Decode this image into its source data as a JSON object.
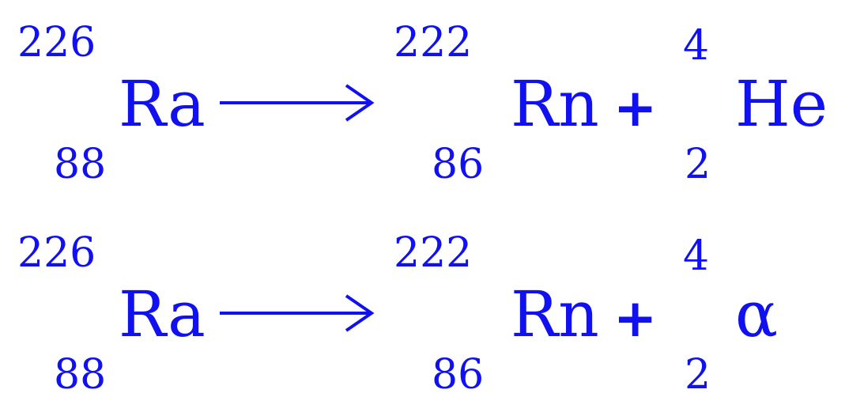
{
  "colors": {
    "ink": "#1010f0",
    "background": "#ffffff"
  },
  "equations": [
    {
      "reactant": {
        "mass": "226",
        "atomic": "88",
        "symbol": "Ra"
      },
      "product1": {
        "mass": "222",
        "atomic": "86",
        "symbol": "Rn"
      },
      "operator": "+",
      "product2": {
        "mass": "4",
        "atomic": "2",
        "symbol": "He"
      }
    },
    {
      "reactant": {
        "mass": "226",
        "atomic": "88",
        "symbol": "Ra"
      },
      "product1": {
        "mass": "222",
        "atomic": "86",
        "symbol": "Rn"
      },
      "operator": "+",
      "product2": {
        "mass": "4",
        "atomic": "2",
        "symbol": "α"
      }
    }
  ]
}
